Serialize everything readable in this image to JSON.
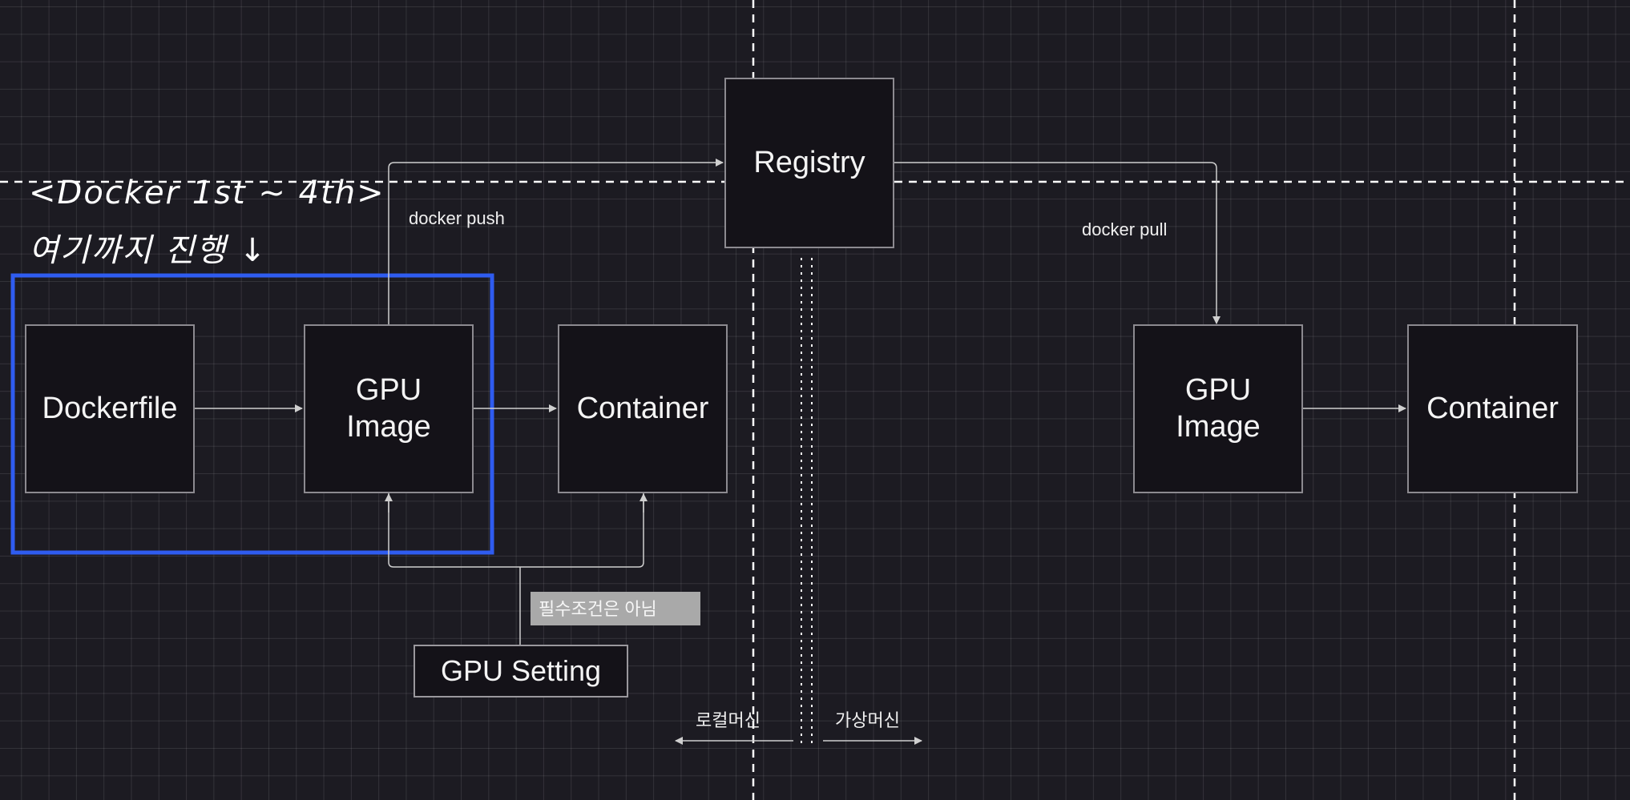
{
  "nodes": {
    "dockerfile": "Dockerfile",
    "gpu_image_local": "GPU\nImage",
    "container_local": "Container",
    "registry": "Registry",
    "gpu_image_remote": "GPU\nImage",
    "container_remote": "Container",
    "gpu_setting": "GPU Setting"
  },
  "edges": {
    "push": "docker push",
    "pull": "docker pull"
  },
  "note": "필수조건은 아님",
  "region_labels": {
    "local": "로컬머신",
    "virtual": "가상머신"
  },
  "annotation": {
    "line1": "<Docker 1st ~ 4th>",
    "line2": "여기까지 진행 ↓"
  },
  "colors": {
    "background": "#1c1b22",
    "box_fill": "#141218",
    "box_border": "#8c8a90",
    "highlight": "#2f5cf0",
    "note_fill": "#a9a9a9"
  }
}
